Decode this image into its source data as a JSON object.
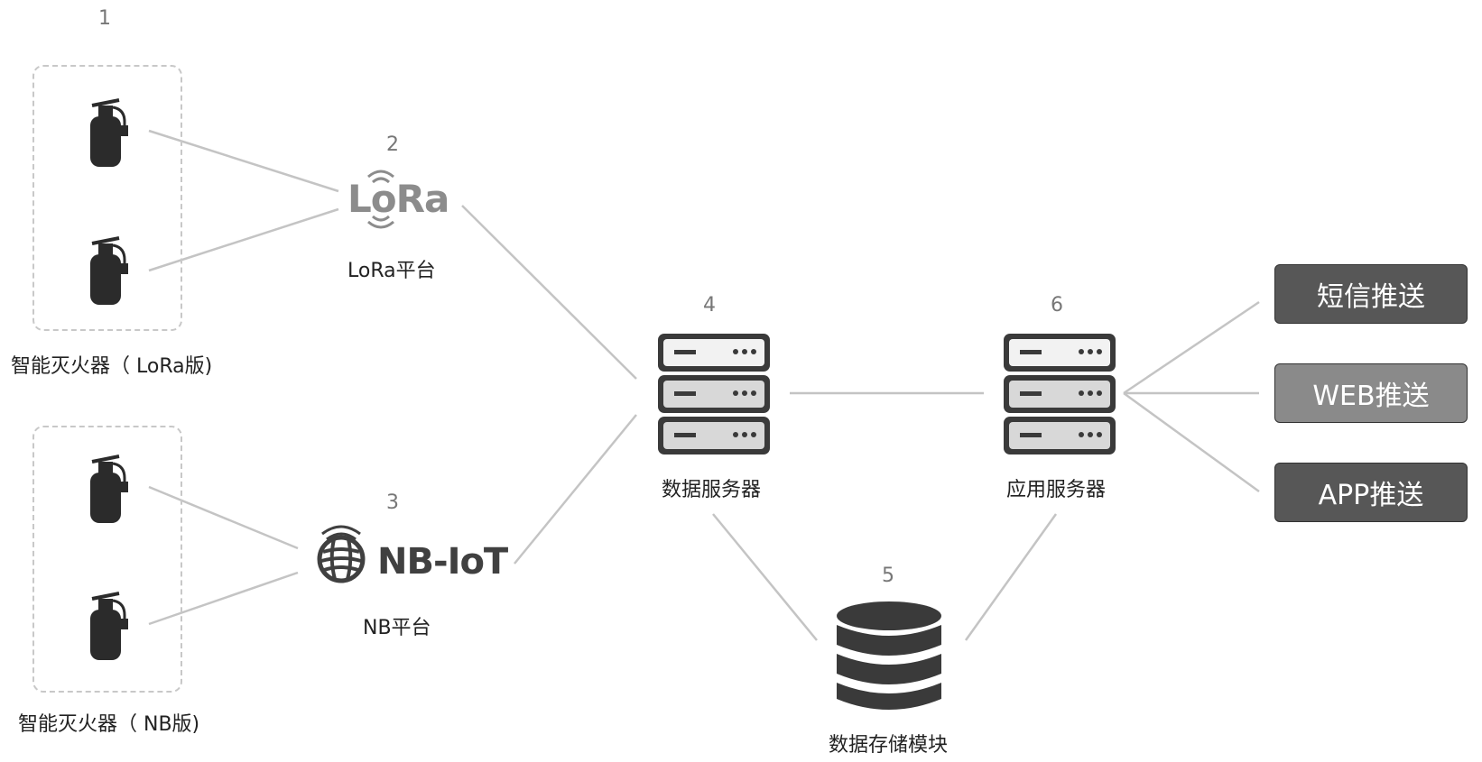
{
  "numbers": {
    "n1": "1",
    "n2": "2",
    "n3": "3",
    "n4": "4",
    "n5": "5",
    "n6": "6"
  },
  "labels": {
    "lora_extinguisher": "智能灭火器（ LoRa版)",
    "nb_extinguisher": "智能灭火器（ NB版)",
    "lora_platform": "LoRa平台",
    "nb_platform": "NB平台",
    "data_server": "数据服务器",
    "app_server": "应用服务器",
    "storage": "数据存储模块"
  },
  "logos": {
    "lora": "LoRa",
    "nb": "NB-IoT"
  },
  "push": {
    "sms": "短信推送",
    "web": "WEB推送",
    "app": "APP推送"
  },
  "colors": {
    "sms_bg": "#575757",
    "web_bg": "#8a8a8a",
    "app_bg": "#575757"
  }
}
